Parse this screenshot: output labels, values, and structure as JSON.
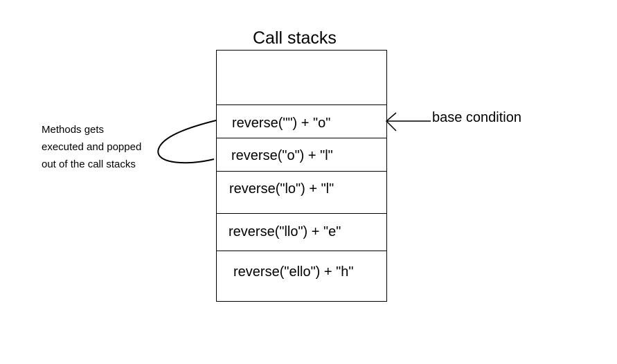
{
  "title": "Call stacks",
  "frames": [
    {
      "label": "reverse(\"\") + \"o\""
    },
    {
      "label": "reverse(\"o\") + \"l\""
    },
    {
      "label": "reverse(\"lo\") + \"l\""
    },
    {
      "label": "reverse(\"llo\") + \"e\""
    },
    {
      "label": "reverse(\"ello\") + \"h\""
    }
  ],
  "annotation": {
    "lines": [
      "Methods gets",
      "executed and popped",
      "out of the call stacks"
    ]
  },
  "base_label": "base condition"
}
